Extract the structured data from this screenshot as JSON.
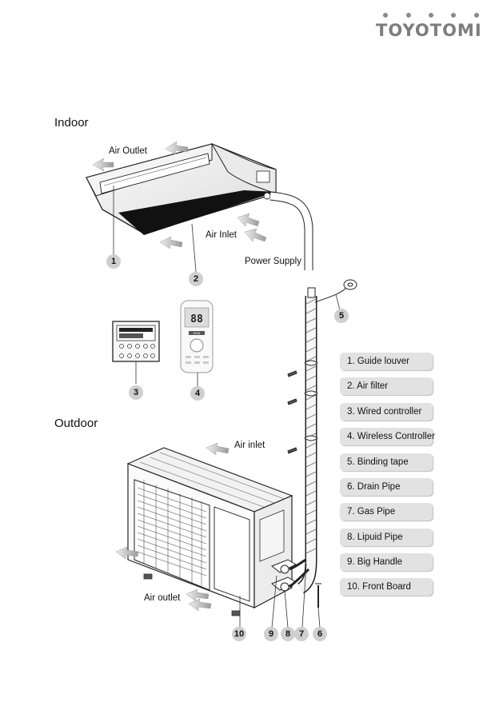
{
  "brand": "TOYOTOMI",
  "sections": {
    "indoor": "Indoor",
    "outdoor": "Outdoor"
  },
  "labels": {
    "air_outlet_indoor": "Air Outlet",
    "air_inlet_indoor": "Air Inlet",
    "power_supply": "Power Supply",
    "air_inlet_outdoor": "Air inlet",
    "air_outlet_outdoor": "Air outlet"
  },
  "remote": {
    "display": "88",
    "button": "EKM"
  },
  "callouts": [
    "1",
    "2",
    "3",
    "4",
    "5",
    "6",
    "7",
    "8",
    "9",
    "10"
  ],
  "legend": [
    "1. Guide louver",
    "2. Air filter",
    "3. Wired controller",
    "4. Wireless Controller",
    "5. Binding tape",
    "6. Drain Pipe",
    "7. Gas Pipe",
    "8. Lipuid Pipe",
    "9. Big Handle",
    "10. Front Board"
  ]
}
